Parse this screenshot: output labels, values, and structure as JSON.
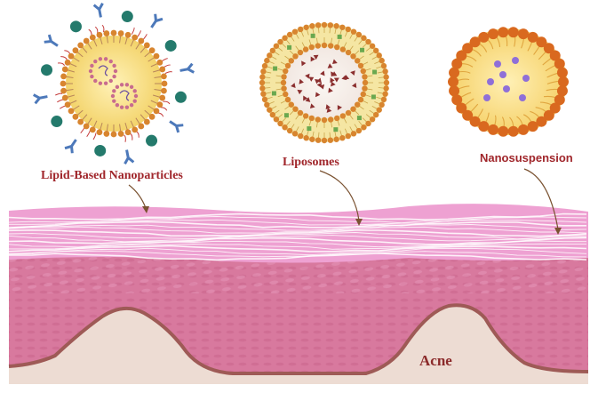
{
  "labels": {
    "lipid_based_nanoparticles": "Lipid-Based Nanoparticles",
    "liposomes": "Liposomes",
    "nanosuspension": "Nanosuspension",
    "acne": "Acne"
  },
  "colors": {
    "label_text": "#a0262b",
    "acne_text": "#8b2a2a",
    "stratum_corneum": "#eea1d2",
    "epidermis": "#d8799e",
    "dermis_lesion": "#eddcd3",
    "lipid_head": "#d8852f",
    "nanoparticle_core": "#f6dc7c",
    "antibody": "#4d79ba",
    "drug_particle": "#247a6c",
    "liposome_drug": "#8b2f2f",
    "liposome_bilayer_drug": "#6aa84f",
    "nanosuspension_head": "#d9691f",
    "nanosuspension_drug": "#8f6fd8"
  }
}
